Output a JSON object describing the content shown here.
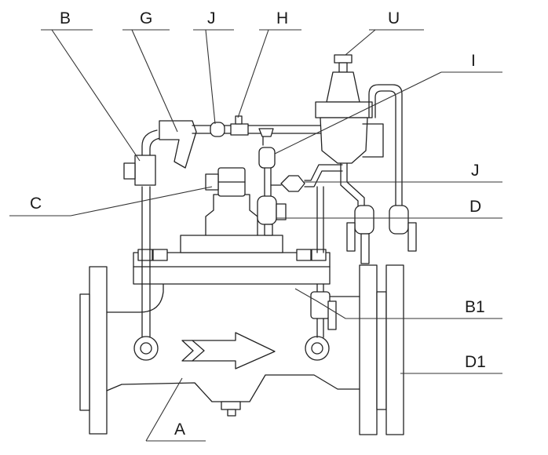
{
  "labels": {
    "B": "B",
    "G": "G",
    "J_top": "J",
    "H": "H",
    "U": "U",
    "I": "I",
    "J_right": "J",
    "C": "C",
    "D": "D",
    "B1": "B1",
    "D1": "D1",
    "A": "A"
  },
  "colors": {
    "line": "#222222",
    "background": "#ffffff"
  }
}
